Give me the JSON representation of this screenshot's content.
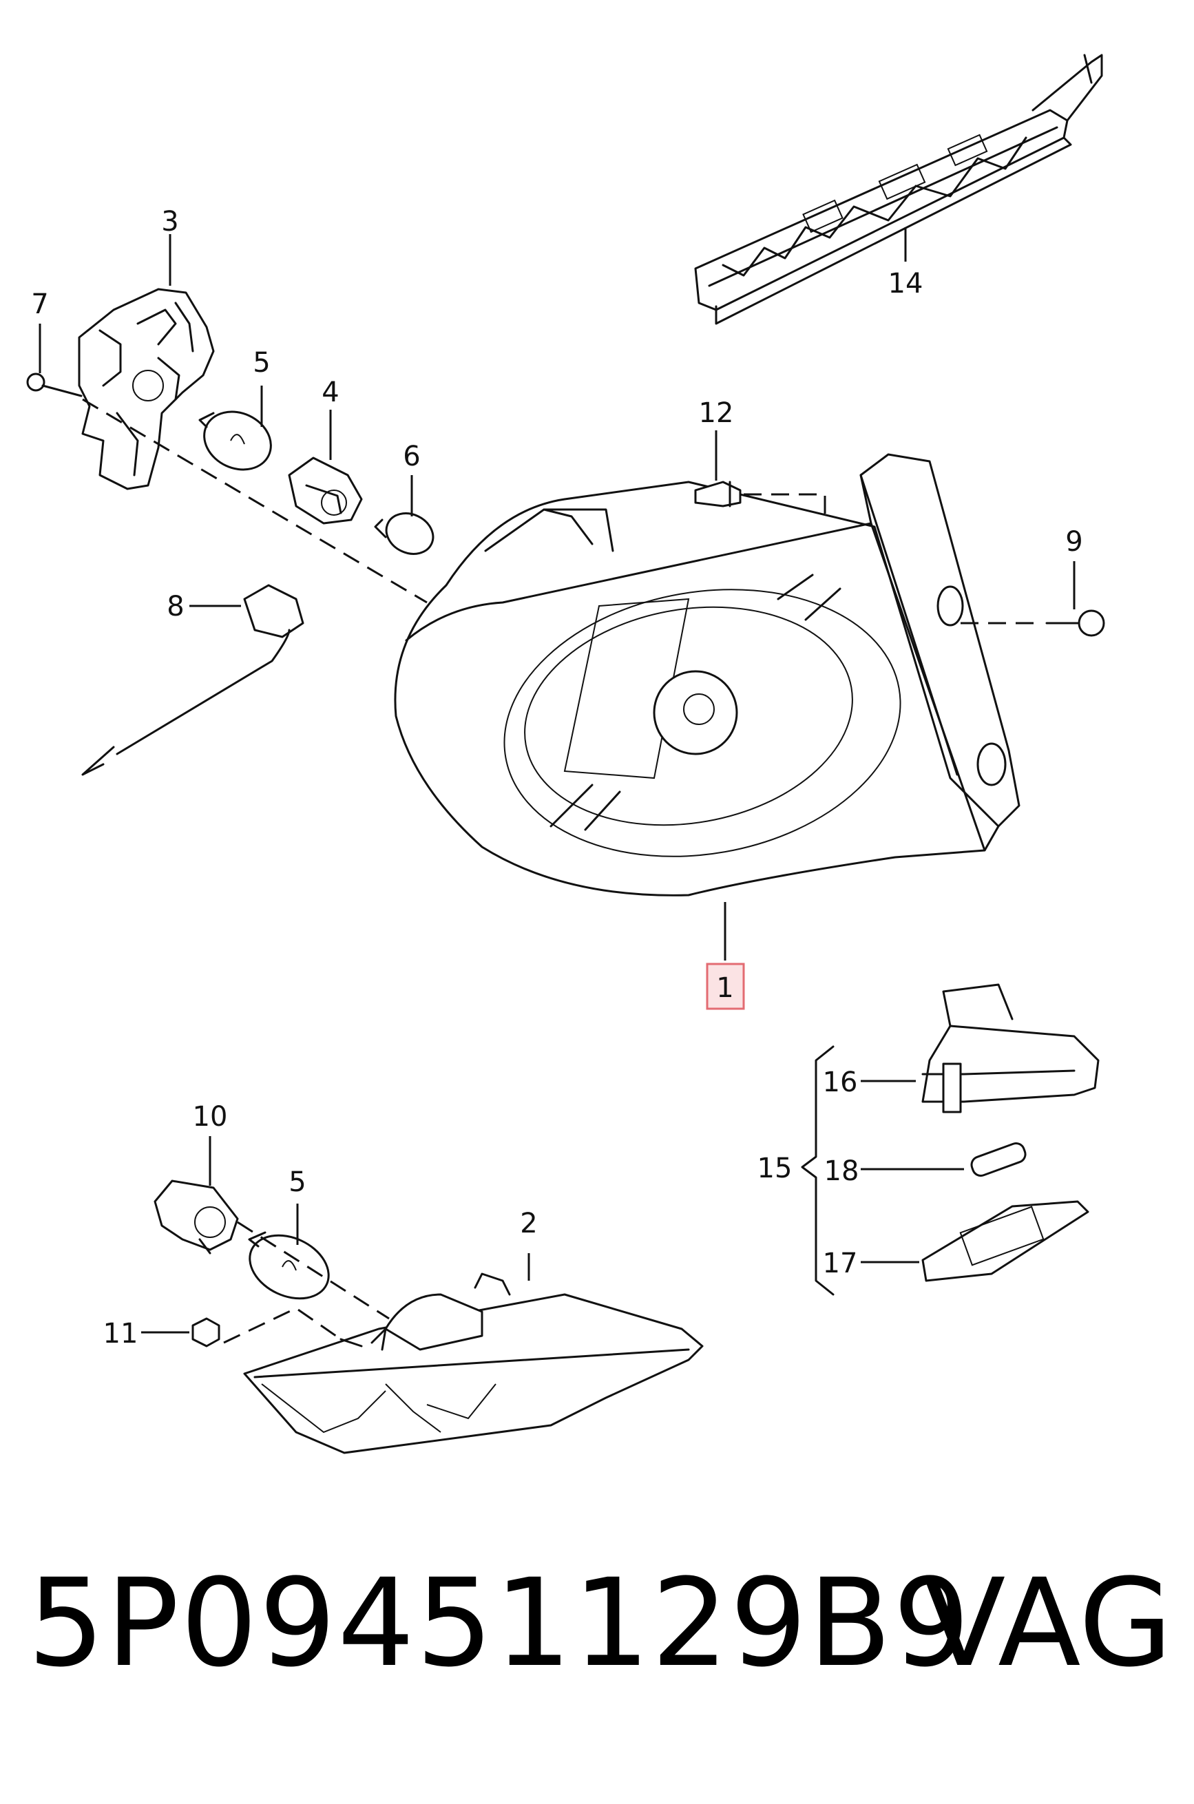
{
  "diagram": {
    "callouts": {
      "c1": "1",
      "c2": "2",
      "c3": "3",
      "c4": "4",
      "c5a": "5",
      "c5b": "5",
      "c6": "6",
      "c7": "7",
      "c8": "8",
      "c9": "9",
      "c10": "10",
      "c11": "11",
      "c12": "12",
      "c14": "14",
      "c15": "15",
      "c16": "16",
      "c17": "17",
      "c18": "18"
    },
    "highlighted_callout": "1",
    "highlight_color": "#e36b72"
  },
  "footer": {
    "part_number": "5P09451129B9",
    "brand": "VAG"
  }
}
